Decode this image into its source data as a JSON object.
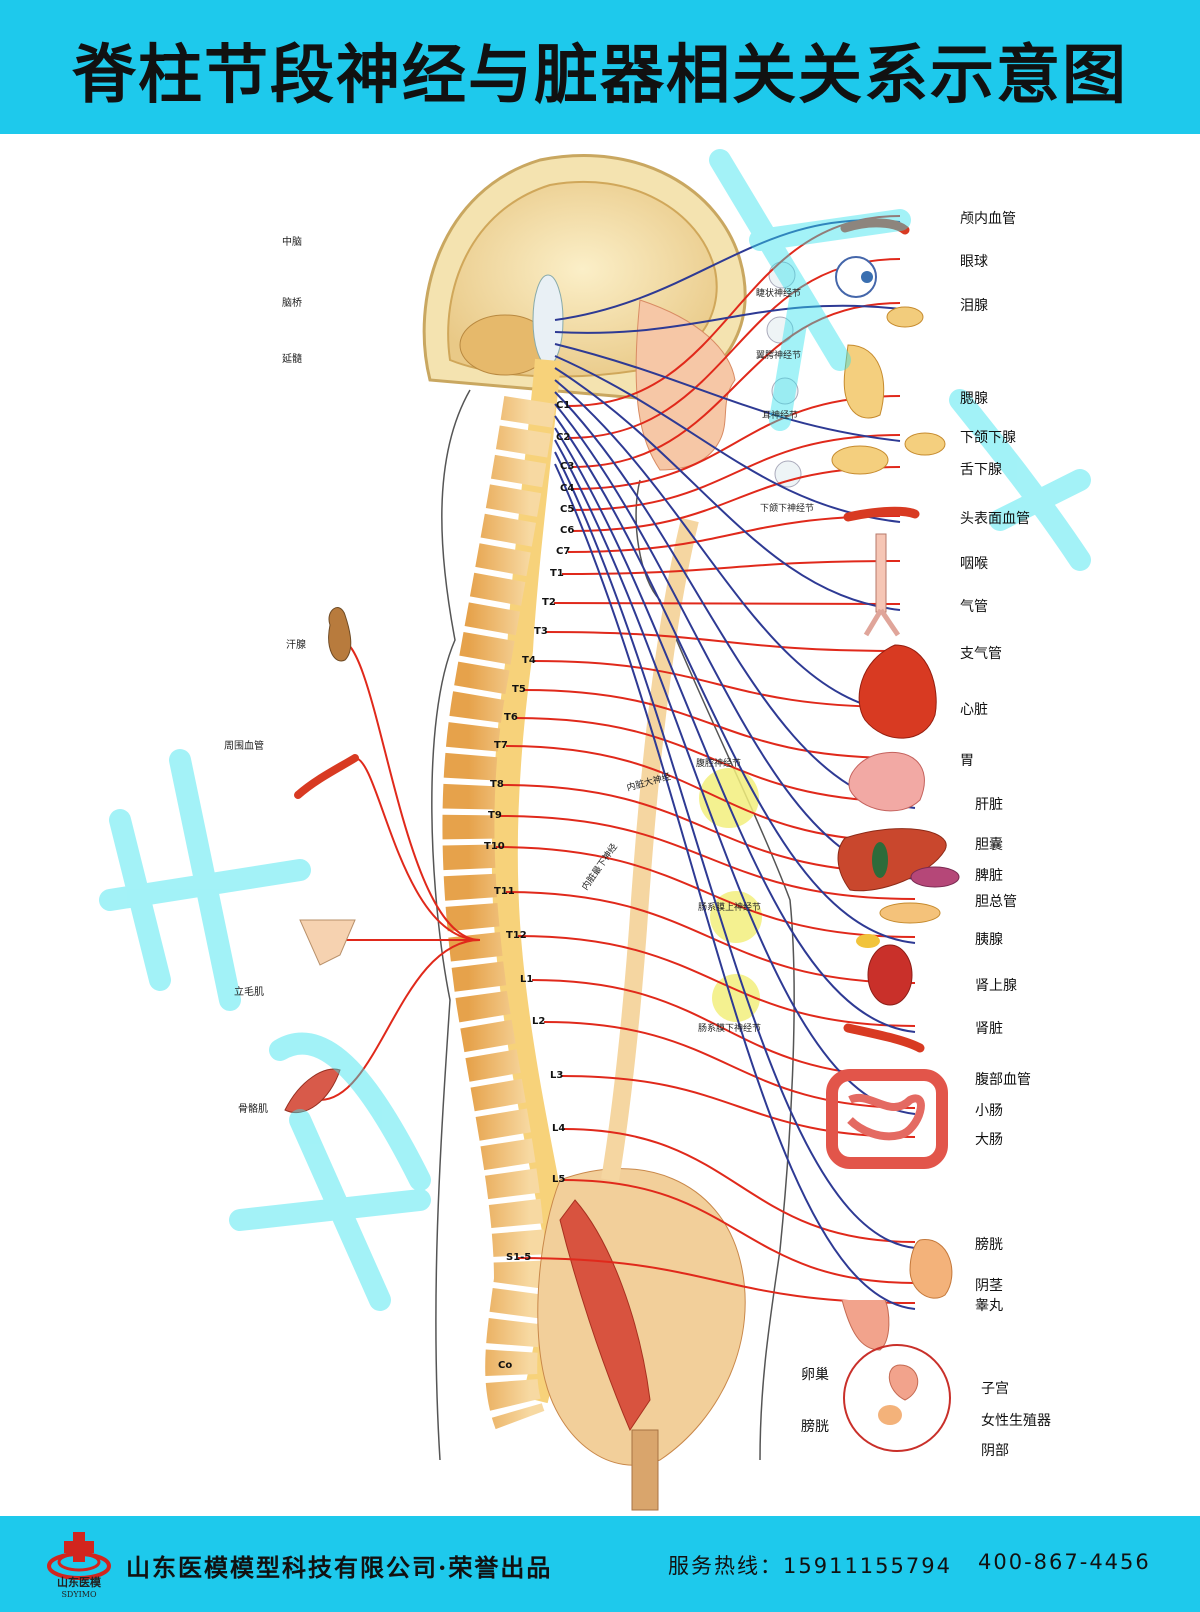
{
  "header": {
    "title": "脊柱节段神经与脏器相关关系示意图"
  },
  "footer": {
    "logo_text": "山东医模",
    "logo_subtext": "SDYIMO",
    "company": "山东医模模型科技有限公司·荣誉出品",
    "hotline": "服务热线：15911155794",
    "phone2": "400-867-4456"
  },
  "brain_labels": {
    "midbrain": "中脑",
    "pons": "脑桥",
    "medulla": "延髓"
  },
  "ganglia": {
    "ciliary": "睫状神经节",
    "pterygopalatine": "翼腭神经节",
    "otic": "耳神经节",
    "submandibular": "下颌下神经节",
    "celiac": "腹腔神经节",
    "superior_mesenteric": "肠系膜上神经节",
    "inferior_mesenteric": "肠系膜下神经节"
  },
  "nerves": {
    "greater_splanchnic": "内脏大神经",
    "lesser_splanchnic": "内脏最下神经"
  },
  "left_labels": {
    "sweat_gland": "汗腺",
    "peripheral_vessel": "周围血管",
    "arrector_pili": "立毛肌",
    "skeletal_muscle": "骨骼肌"
  },
  "organs": [
    "颅内血管",
    "眼球",
    "泪腺",
    "腮腺",
    "下颌下腺",
    "舌下腺",
    "头表面血管",
    "咽喉",
    "气管",
    "支气管",
    "心脏",
    "胃",
    "肝脏",
    "胆囊",
    "脾脏",
    "胆总管",
    "胰腺",
    "肾上腺",
    "肾脏",
    "腹部血管",
    "小肠",
    "大肠",
    "膀胱",
    "阴茎",
    "睾丸"
  ],
  "female": {
    "ovary": "卵巢",
    "bladder": "膀胱",
    "uterus": "子宫",
    "genitals": "女性生殖器",
    "vulva": "阴部"
  },
  "segments": [
    "C1",
    "C2",
    "C3",
    "C4",
    "C5",
    "C6",
    "C7",
    "T1",
    "T2",
    "T3",
    "T4",
    "T5",
    "T6",
    "T7",
    "T8",
    "T9",
    "T10",
    "T11",
    "T12",
    "L1",
    "L2",
    "L3",
    "L4",
    "L5",
    "S1-5",
    "Co"
  ],
  "colors": {
    "banner": "#1ec9ec",
    "sympathetic": "#e0291b",
    "parasympathetic": "#2e3a94",
    "watermark": "#33e3ee"
  }
}
